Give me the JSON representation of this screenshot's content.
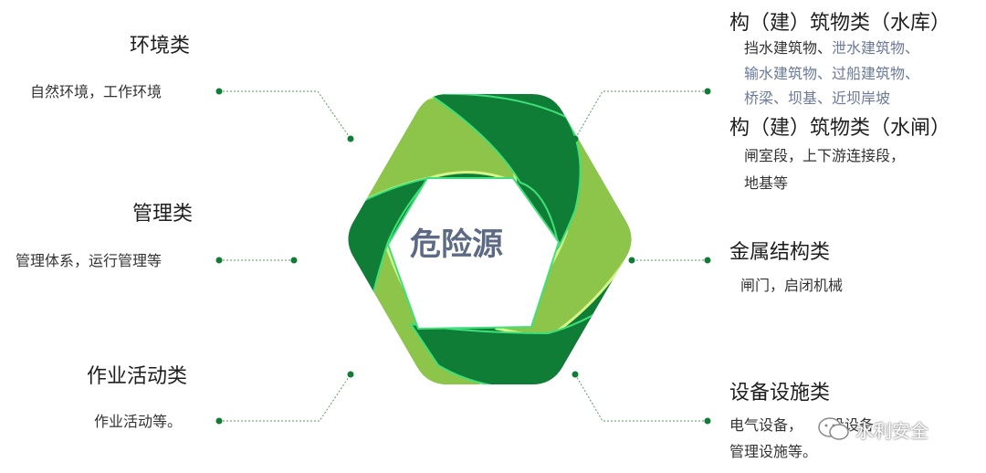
{
  "center": {
    "label": "危险源"
  },
  "left": [
    {
      "title": "环境类",
      "desc": "自然环境，工作环境"
    },
    {
      "title": "管理类",
      "desc": "管理体系，运行管理等"
    },
    {
      "title": "作业活动类",
      "desc": "作业活动等。"
    }
  ],
  "right": {
    "reservoir": {
      "title": "构（建）筑物类（水库）",
      "line1_a": "挡水建筑物、",
      "line1_b": "泄水建筑物、",
      "line2": "输水建筑物、过船建筑物、",
      "line3": "桥梁、坝基、近坝岸坡"
    },
    "sluice": {
      "title": "构（建）筑物类（水闸）",
      "line1": "闸室段，上下游连接段，",
      "line2": "地基等"
    },
    "metal": {
      "title": "金属结构类",
      "desc": "闸门，启闭机械"
    },
    "equipment": {
      "title": "设备设施类",
      "line1": "电气设备，",
      "line1_rest": "设设备",
      "line2": "管理设施等。"
    }
  },
  "watermark": {
    "text": "水利安全",
    "icon": "wechat-icon"
  },
  "colors": {
    "dark_green": "#0f7d35",
    "light_green": "#8cc54a",
    "edge_light": "#d8f58a",
    "edge_glow": "#3fe07a",
    "leader": "#5a9a63",
    "dot": "#0f7d35"
  }
}
